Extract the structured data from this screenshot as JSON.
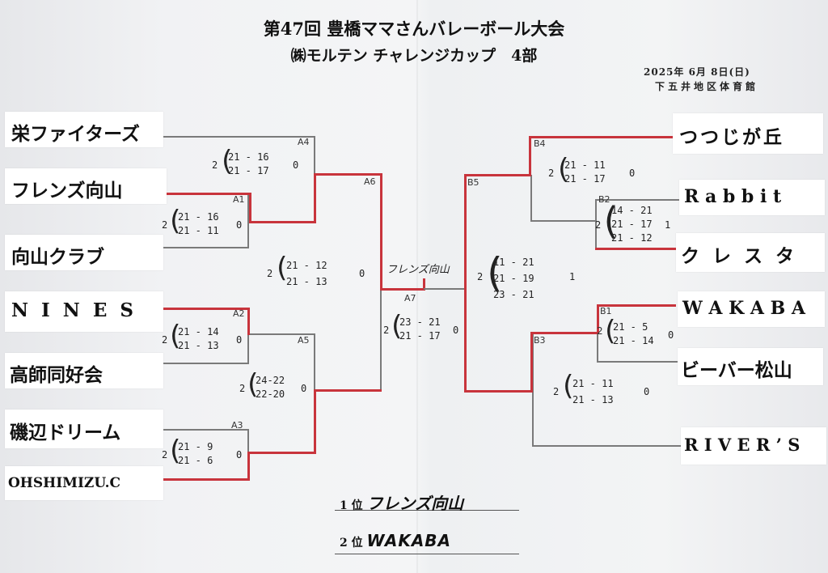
{
  "header": {
    "title": "第47回 豊橋ママさんバレーボール大会",
    "subtitle": "㈱モルテン チャレンジカップ　4部",
    "date": "2025年 6月 8日(日)",
    "venue": "下五井地区体育館"
  },
  "teams_left": [
    "栄ファイターズ",
    "フレンズ向山",
    "向山クラブ",
    "N I N E S",
    "高師同好会",
    "磯辺ドリーム",
    "OHSHIMIZU.C"
  ],
  "teams_right": [
    "つつじが丘",
    "R a b b i t",
    "ク レ ス タ",
    "W A K A B A",
    "ビーバー松山",
    "R I V E R ’ S"
  ],
  "match_labels": {
    "A1": "A1",
    "A2": "A2",
    "A3": "A3",
    "A4": "A4",
    "A5": "A5",
    "A6": "A6",
    "A7": "A7",
    "B1": "B1",
    "B2": "B2",
    "B3": "B3",
    "B4": "B4",
    "B5": "B5"
  },
  "scores": {
    "A1": {
      "win": "2",
      "lose": "0",
      "sets": [
        "21 - 16",
        "21 - 11"
      ]
    },
    "A2": {
      "win": "2",
      "lose": "0",
      "sets": [
        "21 - 14",
        "21 - 13"
      ]
    },
    "A3": {
      "win": "2",
      "lose": "0",
      "sets": [
        "21 - 9",
        "21 - 6"
      ]
    },
    "A4": {
      "win": "2",
      "lose": "0",
      "sets": [
        "21 - 16",
        "21 - 17"
      ]
    },
    "A5": {
      "win": "2",
      "lose": "0",
      "sets": [
        "24-22",
        "22-20"
      ]
    },
    "A6": {
      "win": "2",
      "lose": "0",
      "sets": [
        "21 - 12",
        "21 - 13"
      ]
    },
    "A7": {
      "win": "2",
      "lose": "0",
      "sets": [
        "23 - 21",
        "21 - 17"
      ]
    },
    "B1": {
      "win": "2",
      "lose": "0",
      "sets": [
        "21 - 5",
        "21 - 14"
      ]
    },
    "B2": {
      "win": "2",
      "lose": "1",
      "sets": [
        "14 - 21",
        "21 - 17",
        "21 - 12"
      ]
    },
    "B3": {
      "win": "2",
      "lose": "0",
      "sets": [
        "21 - 11",
        "21 - 13"
      ]
    },
    "B4": {
      "win": "2",
      "lose": "0",
      "sets": [
        "21 - 11",
        "21 - 17"
      ]
    },
    "B5": {
      "win": "2",
      "lose": "1",
      "sets": [
        "11 - 21",
        "21 - 19",
        "23 - 21"
      ]
    }
  },
  "final_winner": "フレンズ向山",
  "results": {
    "first_label": "1 位",
    "first_team": "フレンズ向山",
    "second_label": "2 位",
    "second_team": "WAKABA"
  },
  "colors": {
    "highlight": "#c8343c",
    "bracket": "#7a7a7a"
  }
}
